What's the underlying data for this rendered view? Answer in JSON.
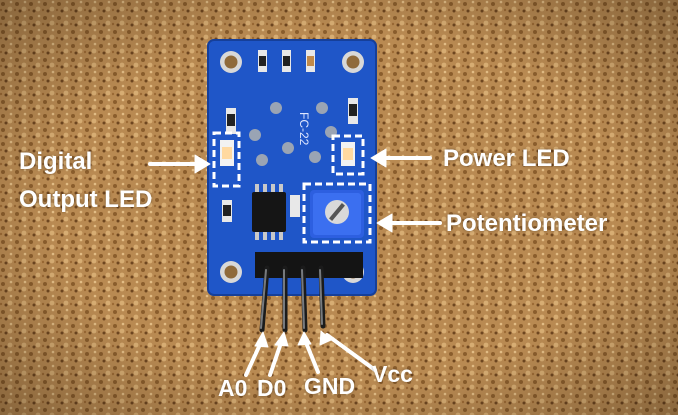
{
  "photo": {
    "board_silkscreen": "FC-22",
    "colors": {
      "background_cork": "#b98a52",
      "pcb": "#1f56c8",
      "annotation": "#ffffff"
    }
  },
  "labels": {
    "digital_output_line1": "Digital",
    "digital_output_line2": "Output LED",
    "power_led": "Power LED",
    "potentiometer": "Potentiometer"
  },
  "pins": {
    "a0": "A0",
    "d0": "D0",
    "gnd": "GND",
    "vcc": "Vcc"
  }
}
